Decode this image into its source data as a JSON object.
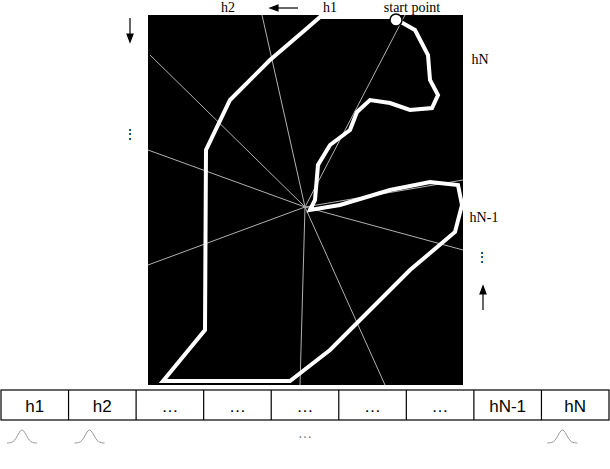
{
  "diagram": {
    "labels": [
      "h2",
      "h1",
      "start point",
      "hN",
      "hN-1",
      "⋮",
      "⋮",
      "h1",
      "h2",
      "…",
      "…",
      "…",
      "…",
      "…",
      "hN-1",
      "hN",
      "…"
    ]
  }
}
